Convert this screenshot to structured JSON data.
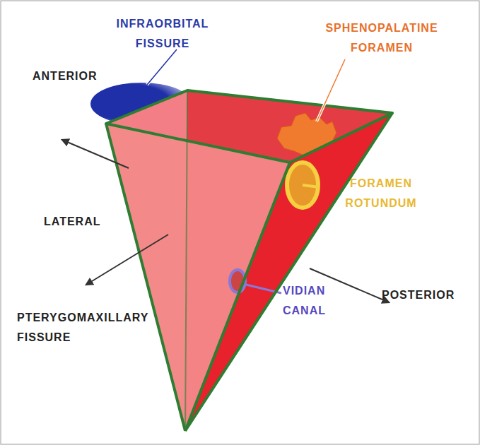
{
  "diagram": {
    "labels": [
      "INFRAORBITAL FISSURE",
      "SPHENOPALATINE FORAMEN",
      "ANTERIOR",
      "FORAMEN ROTUNDUM",
      "LATERAL",
      "VIDIAN CANAL",
      "POSTERIOR",
      "PTERYGOMAXILLARY FISSURE"
    ]
  }
}
